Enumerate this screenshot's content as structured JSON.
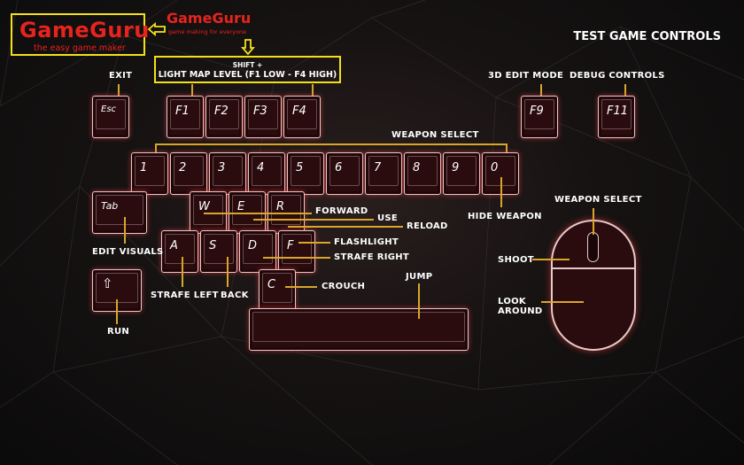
{
  "page": {
    "title": "TEST GAME CONTROLS"
  },
  "branding": {
    "logo_main": "GameGuru",
    "logo_tagline": "the easy game maker",
    "logo_alt": "GameGuru",
    "logo_alt_tagline": "game making for everyone"
  },
  "colors": {
    "accent": "#f2e11a",
    "brand_red": "#e8231d",
    "callout_line": "#d9a62a",
    "key_fill": "#2a0c0e"
  },
  "shift_box": {
    "line1": "SHIFT +",
    "line2": "LIGHT MAP LEVEL (F1 LOW - F4 HIGH)"
  },
  "keys": {
    "esc": "Esc",
    "f1": "F1",
    "f2": "F2",
    "f3": "F3",
    "f4": "F4",
    "f9": "F9",
    "f11": "F11",
    "n1": "1",
    "n2": "2",
    "n3": "3",
    "n4": "4",
    "n5": "5",
    "n6": "6",
    "n7": "7",
    "n8": "8",
    "n9": "9",
    "n0": "0",
    "tab": "Tab",
    "w": "W",
    "e": "E",
    "r": "R",
    "a": "A",
    "s": "S",
    "d": "D",
    "f": "F",
    "c": "C",
    "shift": "⇧",
    "space": ""
  },
  "labels": {
    "exit": "EXIT",
    "edit3d": "3D EDIT MODE",
    "debug": "DEBUG CONTROLS",
    "weapon_select": "WEAPON SELECT",
    "forward": "FORWARD",
    "use": "USE",
    "reload": "RELOAD",
    "hide_weapon": "HIDE WEAPON",
    "edit_visuals": "EDIT VISUALS",
    "flashlight": "FLASHLIGHT",
    "strafe_right": "STRAFE RIGHT",
    "strafe_left": "STRAFE LEFT",
    "back": "BACK",
    "crouch": "CROUCH",
    "jump": "JUMP",
    "run": "RUN",
    "mouse_weapon_select": "WEAPON SELECT",
    "shoot": "SHOOT",
    "look_around_1": "LOOK",
    "look_around_2": "AROUND"
  }
}
